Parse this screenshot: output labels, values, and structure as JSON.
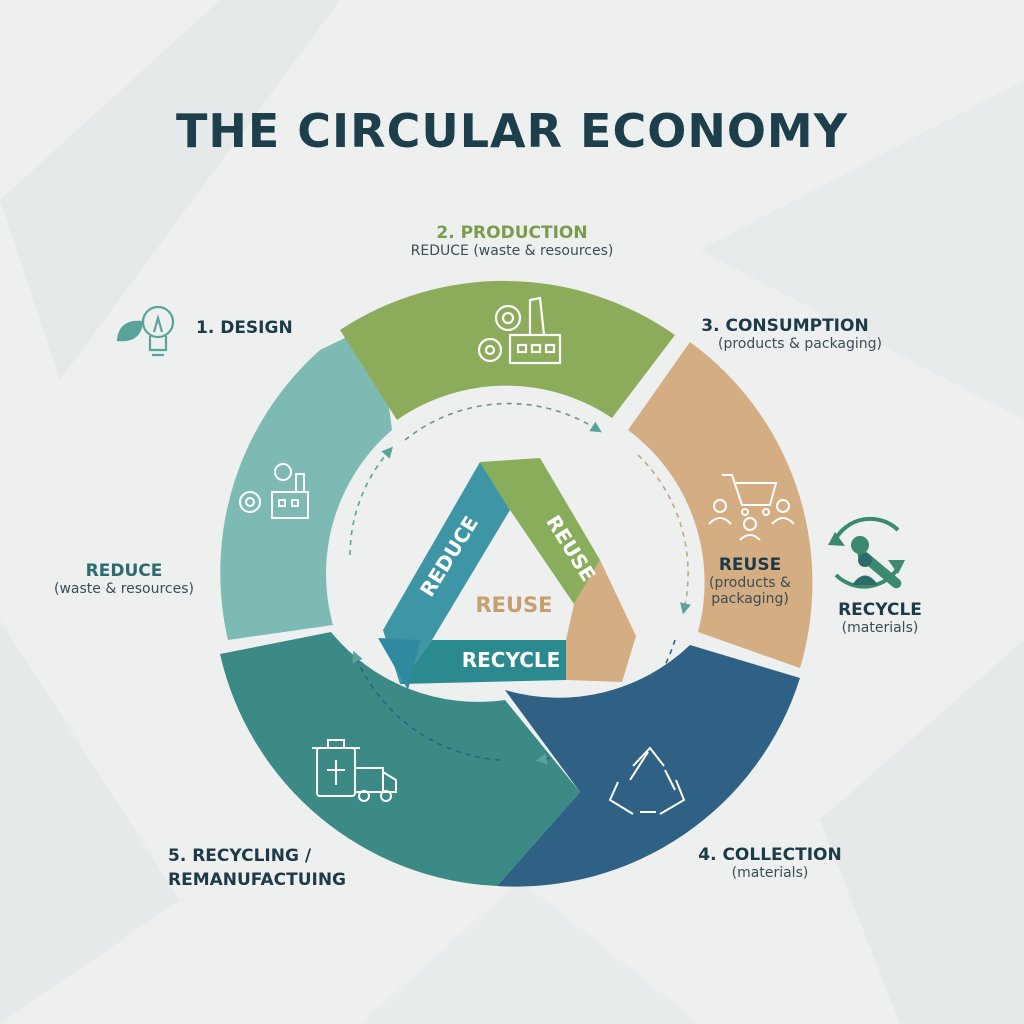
{
  "title": "THE CIRCULAR ECONOMY",
  "colors": {
    "design": "#7dbab4",
    "production": "#8cac5c",
    "consumption": "#d4ad82",
    "collection": "#2f6185",
    "recycling": "#3b8a85",
    "heading_dark": "#1d3f4c",
    "production_text": "#7a9d4c"
  },
  "stages": {
    "design": {
      "label": "1. DESIGN",
      "icon": "lightbulb-leaf-icon",
      "inner_icon": "gears-factory-icon"
    },
    "production": {
      "label": "2. PRODUCTION",
      "sub": "REDUCE (waste & resources)",
      "icon": "gears-factory-icon"
    },
    "consumption": {
      "label": "3. CONSUMPTION",
      "sub": "(products & packaging)",
      "icon": "shopping-cart-people-icon",
      "inner_heading": "REUSE",
      "inner_sub_1": "(products &",
      "inner_sub_2": "packaging)"
    },
    "collection": {
      "label": "4. COLLECTION",
      "sub": "(materials)",
      "icon": "recycle-arrows-icon"
    },
    "recycling": {
      "label_1": "5. RECYCLING /",
      "label_2": "REMANUFACTUING",
      "icon": "bin-truck-icon"
    }
  },
  "reduce_side": {
    "heading": "REDUCE",
    "sub": "(waste & resources)"
  },
  "recycle_side": {
    "heading": "RECYCLE",
    "sub": "(materials)",
    "icon": "wrench-person-icon"
  },
  "triangle": {
    "left": "REDUCE",
    "right": "REUSE",
    "bottom": "RECYCLE",
    "center": "REUSE"
  }
}
